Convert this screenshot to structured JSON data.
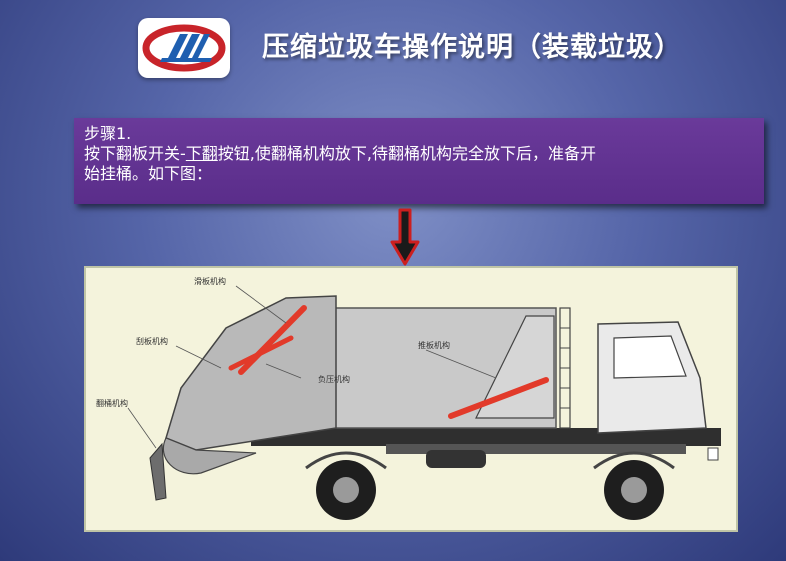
{
  "header": {
    "logo_icon": "clw-brand-logo",
    "title": "压缩垃圾车操作说明（装载垃圾）"
  },
  "step": {
    "heading": "步骤1.",
    "line_prefix": "按下翻板开关-",
    "line_underlined": "下翻",
    "line_suffix": "按钮,使翻桶机构放下,待翻桶机构完全放下后，准备开",
    "line2": "始挂桶。如下图："
  },
  "arrow_icon": "down-arrow-icon",
  "diagram": {
    "labels": {
      "slide_plate": "滑板机构",
      "scraper": "刮板机构",
      "negative_pressure": "负压机构",
      "push_plate": "推板机构",
      "bin_tipper": "翻桶机构"
    }
  },
  "colors": {
    "step_bg": "#5a2d8a",
    "cylinder": "#e23a2a",
    "arrow_fill": "#1a1a1a",
    "arrow_stroke": "#cc1f1f"
  }
}
